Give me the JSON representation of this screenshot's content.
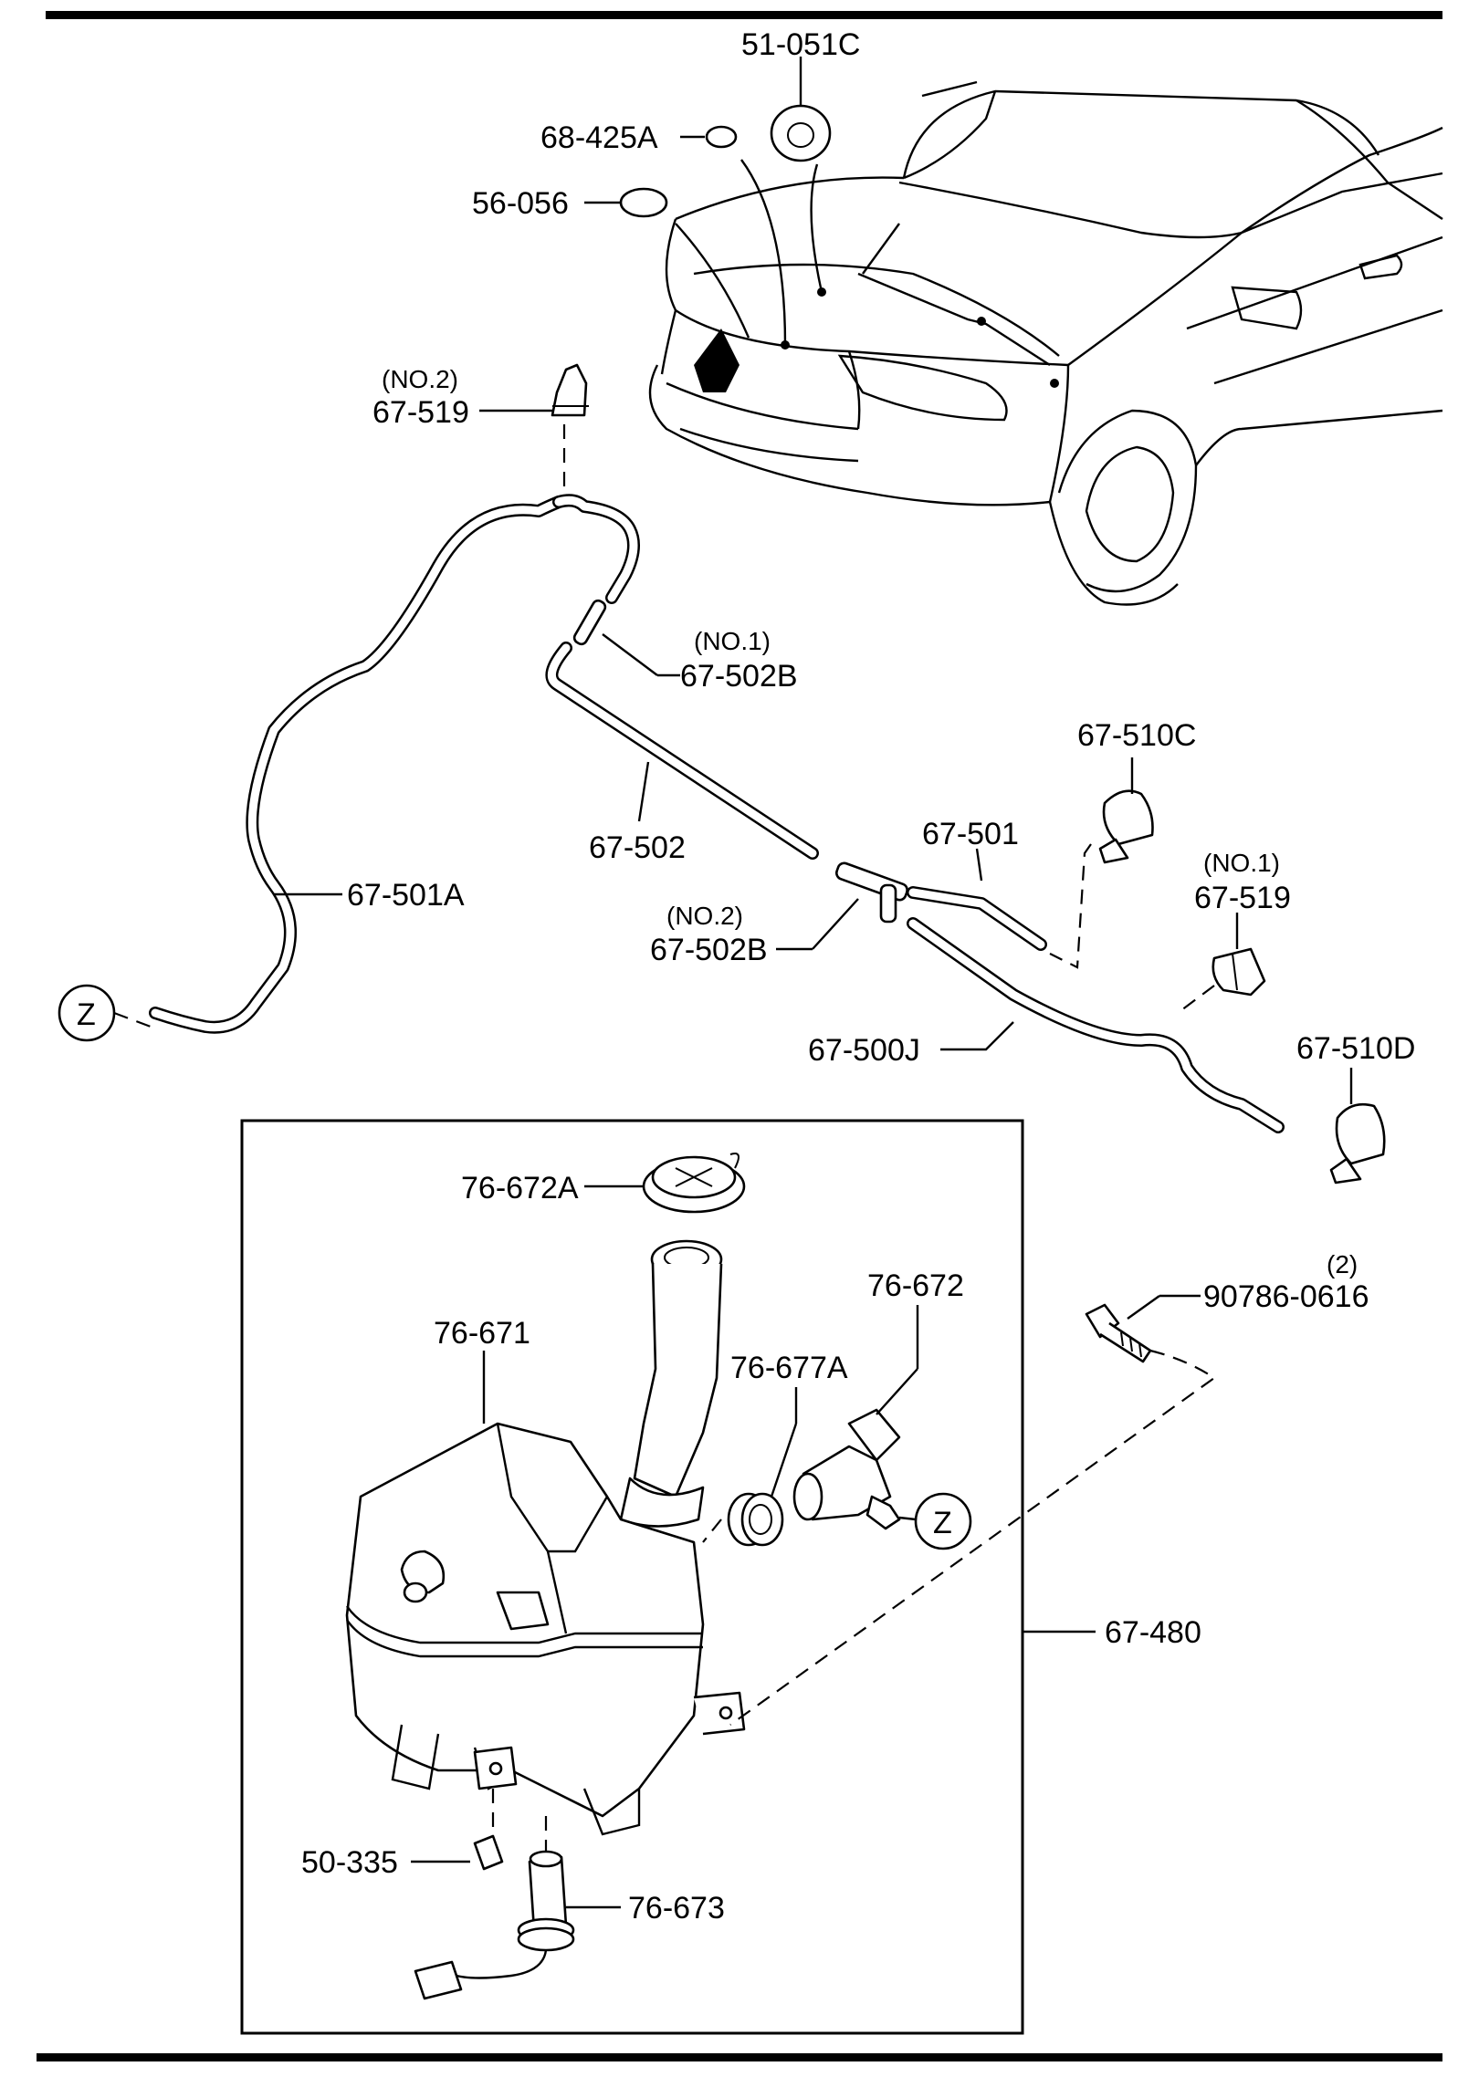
{
  "labels": {
    "p51_051C": "51-051C",
    "p68_425A": "68-425A",
    "p56_056": "56-056",
    "p67_519_no2_sub": "(NO.2)",
    "p67_519_no2": "67-519",
    "p67_502B_no1_sub": "(NO.1)",
    "p67_502B_no1": "67-502B",
    "p67_510C": "67-510C",
    "p67_501": "67-501",
    "p67_502": "67-502",
    "p67_501A": "67-501A",
    "p67_519_no1_sub": "(NO.1)",
    "p67_519_no1": "67-519",
    "p67_502B_no2_sub": "(NO.2)",
    "p67_502B_no2": "67-502B",
    "z_left": "Z",
    "p67_500J": "67-500J",
    "p67_510D": "67-510D",
    "p76_672A": "76-672A",
    "p90786_qty": "(2)",
    "p90786": "90786-0616",
    "p76_672": "76-672",
    "p76_671": "76-671",
    "p76_677A": "76-677A",
    "z_right": "Z",
    "p67_480": "67-480",
    "p50_335": "50-335",
    "p76_673": "76-673"
  }
}
